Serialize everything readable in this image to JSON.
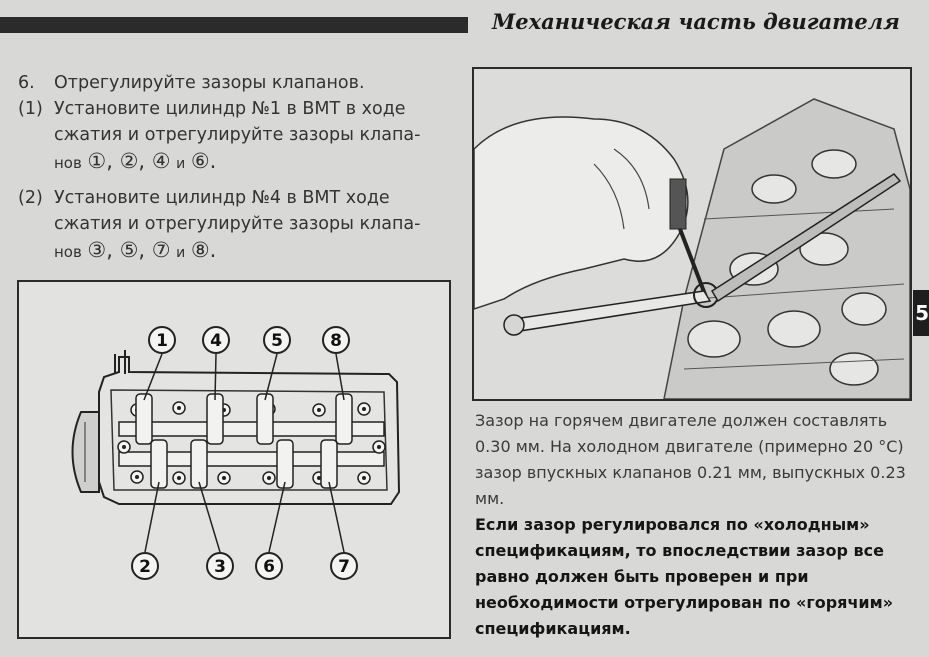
{
  "header": {
    "title": "Механическая часть двигателя"
  },
  "instructions": {
    "step6": {
      "num": "6.",
      "text": "Отрегулируйте зазоры клапанов."
    },
    "step1": {
      "num": "(1)",
      "line1": "Установите цилиндр №1 в ВМТ в ходе",
      "line2": "сжатия и отрегулируйте зазоры клапа-",
      "line3_prefix": "нов",
      "valves_a": "①, ②, ④",
      "and": "и",
      "valves_b": "⑥."
    },
    "step2": {
      "num": "(2)",
      "line1": "Установите цилиндр №4 в ВМТ ходе",
      "line2": "сжатия и отрегулируйте зазоры клапа-",
      "line3_prefix": "нов",
      "valves_a": "③, ⑤, ⑦",
      "and": "и",
      "valves_b": "⑧."
    }
  },
  "diagram": {
    "top_labels": [
      "1",
      "4",
      "5",
      "8"
    ],
    "bottom_labels": [
      "2",
      "3",
      "6",
      "7"
    ]
  },
  "caption": {
    "normal": "Зазор на горячем двигателе должен составлять 0.30 мм. На холодном двигателе (примерно 20 °С) зазор впускных клапанов 0.21 мм, выпускных 0.23 мм.",
    "bold": "Если зазор регулировался по «холодным» спецификациям, то впоследствии зазор все равно должен быть проверен и при необходимости отрегулирован по «горячим» спецификациям."
  },
  "side_tab": "5"
}
